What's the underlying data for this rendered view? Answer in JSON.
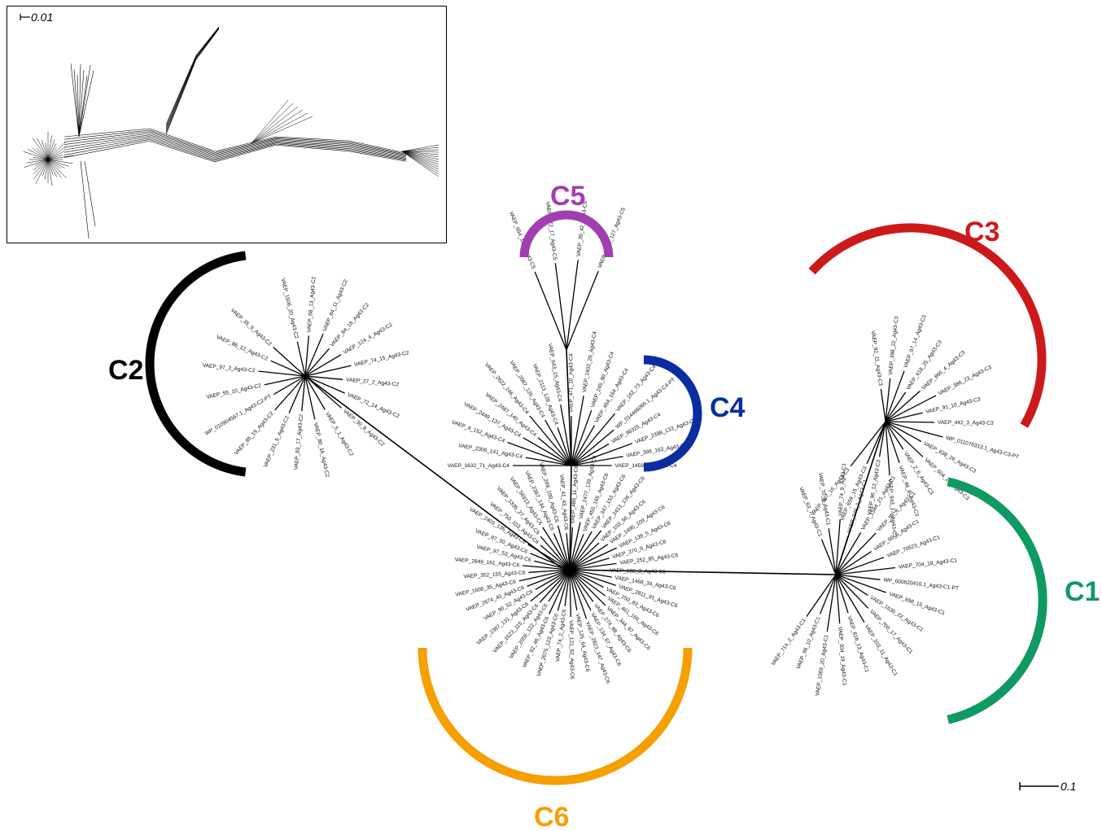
{
  "colors": {
    "C1": "#0f9a62",
    "C2": "#000000",
    "C3": "#cc1a1a",
    "C4": "#0a2ea0",
    "C5": "#a23fb0",
    "C6": "#f5a000"
  },
  "inset": {
    "scale_label": "0.01"
  },
  "main": {
    "scale_label": "0.1"
  },
  "clusters": [
    {
      "id": "C1",
      "label": "C1",
      "leaves": [
        "VAEP_63_7_Ag43-C1",
        "VAEP_70_8_Ag43-C1",
        "VAEP_74_9_Ag43-C1",
        "VAEP_246_1_Ag43-C1",
        "VAEP_1584_21_Ag43-C1",
        "VAEP_58_6_Ag43-C1",
        "VAEP_56_5_Ag43-C1",
        "VAEP_70523_Ag43-C1",
        "VAEP_704_18_Ag43-C1",
        "WP_000820410.1_Ag43-C1-PT",
        "VAEP_698_15_Ag43-C1",
        "VAEP_1636_22_Ag43-C1",
        "VAEP_700_17_Ag43-C1",
        "VAEP_103_11_Ag43-C1",
        "VAEP_616_13_Ag43-C1",
        "VAEP_304_19_Ag43-C1",
        "VAEP_1069_20_Ag43-C1",
        "VAEP_96_10_Ag43-C1",
        "VAEP_714_2_Ag43-C1"
      ]
    },
    {
      "id": "C2",
      "label": "C2",
      "leaves": [
        "VAEP_1506_20_Ag43-C2",
        "VAEP_68_13_Ag43-C2",
        "VAEP_84_11_Ag43-C2",
        "VAEP_84_18_Ag43-C2",
        "VAEP_124_4_Ag43-C2",
        "VAEP_74_15_Ag43-C2",
        "VAEP_27_2_Ag43-C2",
        "VAEP_72_14_Ag43-C2",
        "VAEP_30_8_Ag43-C2",
        "VAEP_5_1_Ag43-C2",
        "VAEP_80_16_Ag43-C2",
        "VAEP_83_17_Ag43-C2",
        "VAEP_231_5_Ag43-C2",
        "VAEP_85_19_Ag43-C2",
        "WP_010904567.1_Ag43-C2-PT",
        "VAEP_55_10_Ag43-C2",
        "VAEP_97_3_Ag43-C2",
        "VAEP_86_12_Ag43-C2",
        "VAEP_35_9_Ag43-C2"
      ]
    },
    {
      "id": "C3",
      "label": "C3",
      "leaves": [
        "VAEP_92_11_Ag43-C3",
        "VAEP_398_22_Ag43-C3",
        "VAEP_97_14_Ag43-C3",
        "VAEP_418_25_Ag43-C3",
        "VAEP_866_4_Ag43-C3",
        "VAEP_386_23_Ag43-C3",
        "VAEP_91_10_Ag43-C3",
        "VAEP_442_3_Ag43-C3",
        "WP_011076313.1_Ag43-C3-PT",
        "VAEP_638_26_Ag43-C3",
        "VAEP_604_29_Ag43-C3",
        "VAEP_2_6_Ag43-C3",
        "VAEP_46_8_Ag43-C3",
        "VAEP_943_17_Ag43-C3",
        "VAEP_96_13_Ag43-C3",
        "VAEP_659_15_Ag43-C3",
        "VAEP_507_16_Ag43-C3"
      ]
    },
    {
      "id": "C4",
      "label": "C4",
      "leaves": [
        "VAEP_1459_33_Ag43-C4",
        "VAEP_399_163_Ag43-C4",
        "VAEP_2398_133_Ag43-C4",
        "VAEP_96325_Ag43-C4",
        "WP_014466065.1_Ag43-C4-PT",
        "VAEP_162_73_Ag43-C4",
        "VAEP_454_164_Ag43-C4",
        "VAEP_245_80_Ag43-C4",
        "VAEP_1403_29_Ag43-C4",
        "VAEP_471_10_Ag43-C4",
        "VAEP_643_15_Ag43-C4",
        "VAEP_2113_128_Ag43-C4",
        "VAEP_2087_126_Ag43-C4",
        "VAEP_2622_146_Ag43-C4",
        "VAEP_2487_140_Ag43-C4",
        "VAEP_2449_137_Ag43-C4",
        "VAEP_4_152_Ag43-C4",
        "VAEP_2306_141_Ag43-C4",
        "VAEP_1632_71_Ag43-C4"
      ]
    },
    {
      "id": "C5",
      "label": "C5",
      "leaves": [
        "VAEP_654_116_Ag43-C5",
        "VAEP_672_17_Ag43-C5",
        "VAEP_39_42_Ag43-C5",
        "VAEP_2091_127_Ag43-C5"
      ]
    },
    {
      "id": "C6",
      "label": "C6",
      "leaves": [
        "VAEP_41_43_Ag43-C6",
        "VAEP_486_11_Ag43-C6",
        "VAEP_2477_139_Ag43-C6",
        "VAEP_455_165_Ag43-C6",
        "VAEP_347_153_Ag43-C6",
        "VAEP_2413_136_Ag43-C6",
        "VAEP_103_56_Ag43-C6",
        "VAEP_1495_109_Ag43-C6",
        "VAEP_139_5_Ag43-C6",
        "VAEP_370_9_Ag43-C6",
        "VAEP_252_85_Ag43-C6",
        "VAEP_102_3_Ag43-C6",
        "VAEP_1468_34_Ag43-C6",
        "VAEP_2811_91_Ag43-C6",
        "VAEP_250_83_Ag43-C6",
        "VAEP_461_166_Ag43-C6",
        "VAEP_344_97_Ag43-C6",
        "VAEP_274_88_Ag43-C6",
        "VAEP_134_67_Ag43-C6",
        "VAEP_2823_147_Ag43-C6",
        "VAEP_125_64_Ag43-C6",
        "VAEP_121_62_Ag43-C6",
        "VAEP_74_2_Ag43-C6",
        "VAEP_2075_123_Ag43-C6",
        "VAEP_92_46_Ag43-C6",
        "VAEP_2056_122_Ag43-C6",
        "VAEP_1623_115_Ag43-C6",
        "VAEP_2387_131_Ag43-C6",
        "VAEP_90_52_Ag43-C6",
        "VAEP_2674_40_Ag43-C6",
        "VAEP_1600_35_Ag43-C6",
        "VAEP_352_155_Ag43-C6",
        "VAEP_2849_161_Ag43-C6",
        "VAEP_97_53_Ag43-C6",
        "VAEP_87_50_Ag43-C6",
        "VAEP_2403_135_Ag43-C6",
        "VAEP_750_103_Ag43-C6",
        "VAEP_1335_27_Ag43-C6",
        "VAEP_56913_Ag43-C6",
        "VAEP_2397_134_Ag43-C6",
        "VAEP_269_100_Ag43-C6"
      ]
    }
  ]
}
